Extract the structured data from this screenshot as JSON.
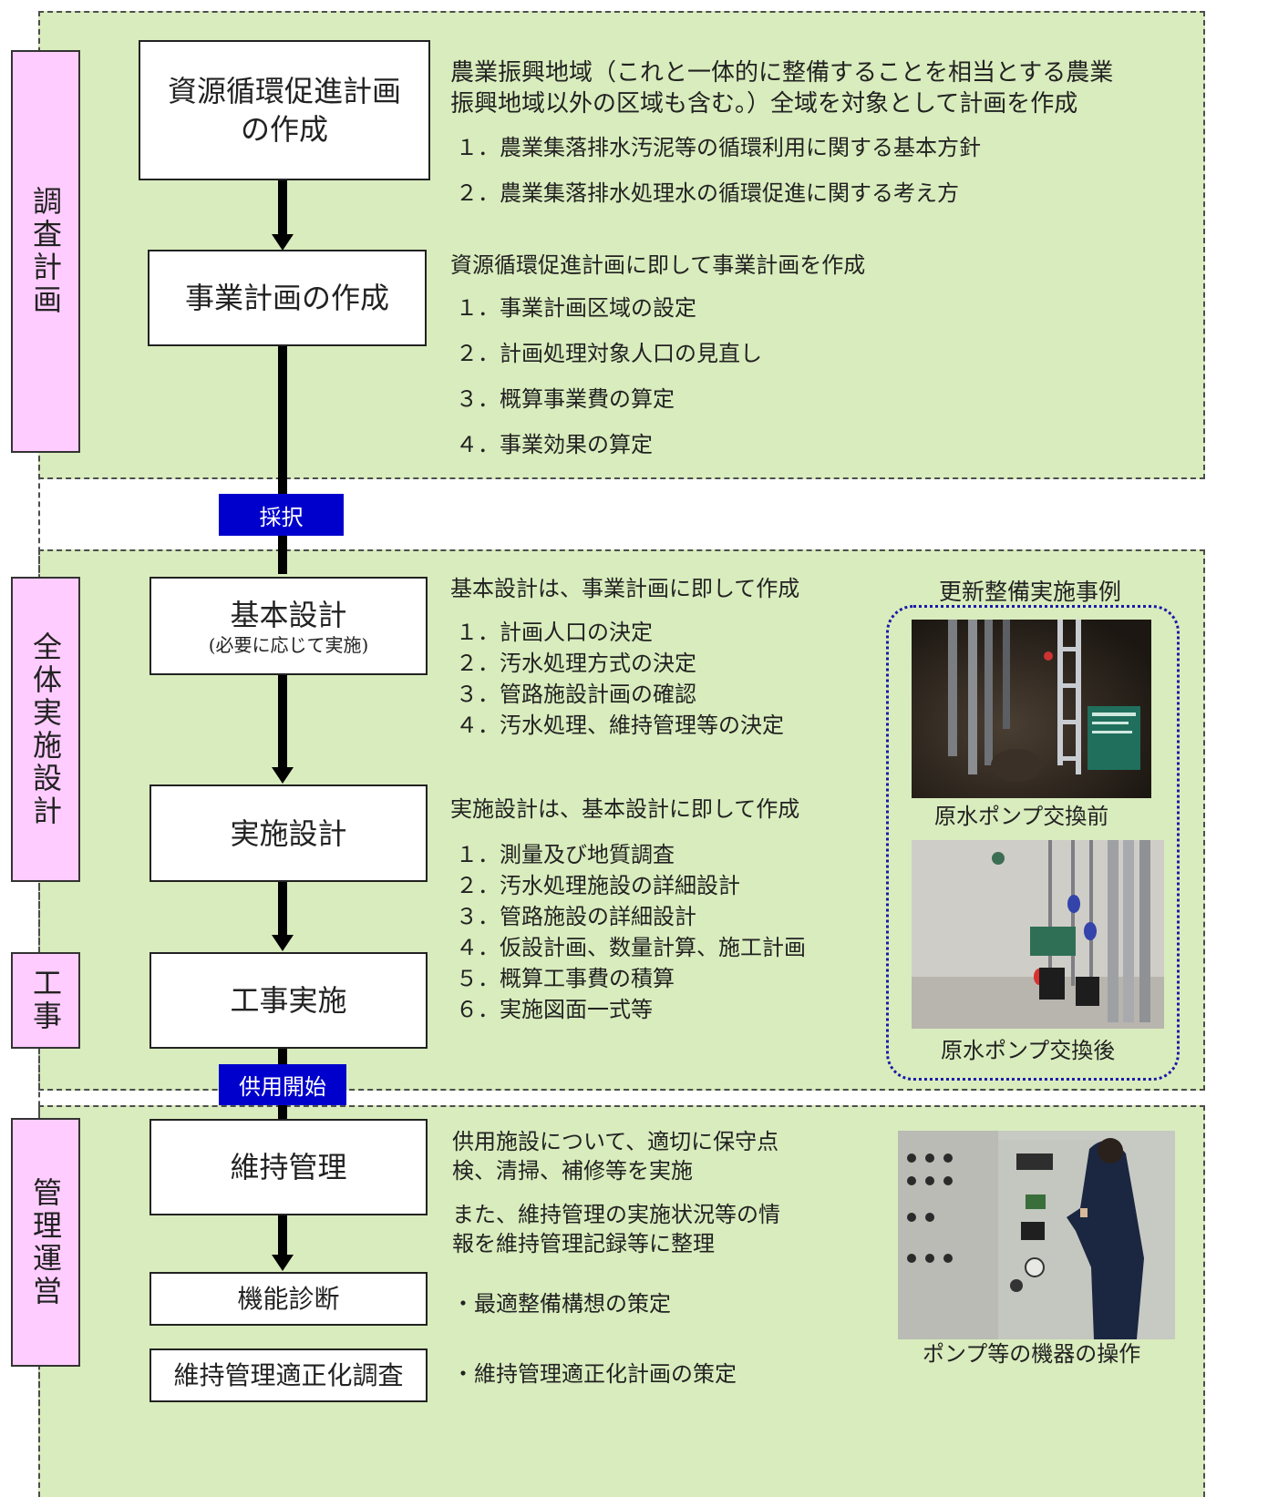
{
  "phases": {
    "survey": "調査計画",
    "design": "全体実施設計",
    "construction": "工事",
    "management": "管理運営"
  },
  "steps": {
    "resource_plan_line1": "資源循環促進計画",
    "resource_plan_line2": "の作成",
    "business_plan": "事業計画の作成",
    "basic_design": "基本設計",
    "basic_design_note": "(必要に応じて実施)",
    "detailed_design": "実施設計",
    "construction": "工事実施",
    "maintenance": "維持管理",
    "diagnosis": "機能診断",
    "optimization_survey": "維持管理適正化調査"
  },
  "tags": {
    "adoption": "採択",
    "service_start": "供用開始"
  },
  "descriptions": {
    "resource_plan": {
      "line1": "農業振興地域（これと一体的に整備することを相当とする農業",
      "line2": "振興地域以外の区域も含む。）全域を対象として計画を作成",
      "items": [
        "１．農業集落排水汚泥等の循環利用に関する基本方針",
        "２．農業集落排水処理水の循環促進に関する考え方"
      ]
    },
    "business_plan": {
      "lead": "資源循環促進計画に即して事業計画を作成",
      "items": [
        "１．事業計画区域の設定",
        "２．計画処理対象人口の見直し",
        "３．概算事業費の算定",
        "４．事業効果の算定"
      ]
    },
    "basic_design": {
      "lead": "基本設計は、事業計画に即して作成",
      "items": [
        "１．計画人口の決定",
        "２．汚水処理方式の決定",
        "３．管路施設計画の確認",
        "４．汚水処理、維持管理等の決定"
      ]
    },
    "detailed_design": {
      "lead": "実施設計は、基本設計に即して作成",
      "items": [
        "１．測量及び地質調査",
        "２．汚水処理施設の詳細設計",
        "３．管路施設の詳細設計",
        "４．仮設計画、数量計算、施工計画",
        "５．概算工事費の積算",
        "６．実施図面一式等"
      ]
    },
    "maintenance": {
      "line1": "供用施設について、適切に保守点",
      "line2": "検、清掃、補修等を実施",
      "line3": "また、維持管理の実施状況等の情",
      "line4": "報を維持管理記録等に整理"
    },
    "diagnosis": "・最適整備構想の策定",
    "optimization": "・維持管理適正化計画の策定"
  },
  "photos": {
    "example_title": "更新整備実施事例",
    "before_caption": "原水ポンプ交換前",
    "after_caption": "原水ポンプ交換後",
    "operation_caption": "ポンプ等の機器の操作"
  }
}
